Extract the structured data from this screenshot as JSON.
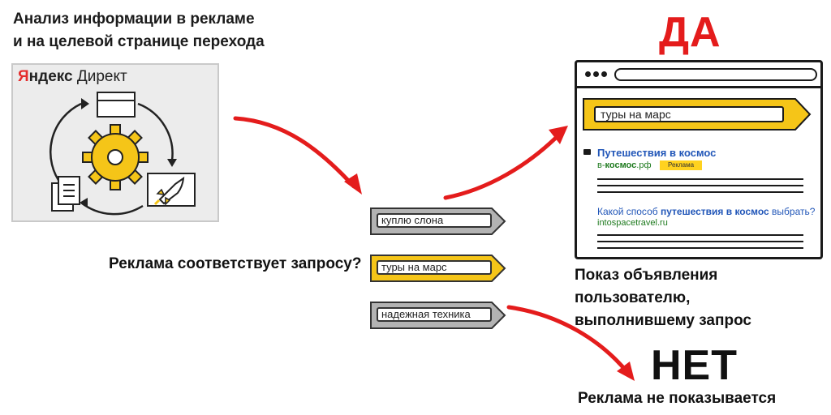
{
  "heading": {
    "line1": "Анализ информации в рекламе",
    "line2": "и на целевой странице перехода"
  },
  "direct_panel": {
    "brand_y": "Я",
    "brand_rest": "ндекс",
    "brand_product": "Директ"
  },
  "question": "Реклама соответствует запросу?",
  "queries": [
    {
      "text": "куплю слона",
      "color": "#b3b3b3"
    },
    {
      "text": "туры на марс",
      "color": "#f5c518"
    },
    {
      "text": "надежная техника",
      "color": "#b3b3b3"
    }
  ],
  "yes": {
    "word": "ДА",
    "caption_line1": "Показ объявления пользователю,",
    "caption_line2": "выполнившему запрос"
  },
  "no": {
    "word": "НЕТ",
    "caption": "Реклама не показывается"
  },
  "browser": {
    "search_query": "туры на марс",
    "ad_title": "Путешествия в космос",
    "ad_url_prefix": "в-",
    "ad_url_bold": "космос",
    "ad_url_suffix": ".рф",
    "ad_label": "Реклама",
    "result_pre": "Какой способ ",
    "result_bold": "путешествия в космос",
    "result_post": " выбрать?",
    "result_url": "intospacetravel.ru"
  },
  "colors": {
    "accent_yellow": "#f5c518",
    "arrow_red": "#e41c1c",
    "link_blue": "#2156b8",
    "url_green": "#1e7a1e"
  }
}
